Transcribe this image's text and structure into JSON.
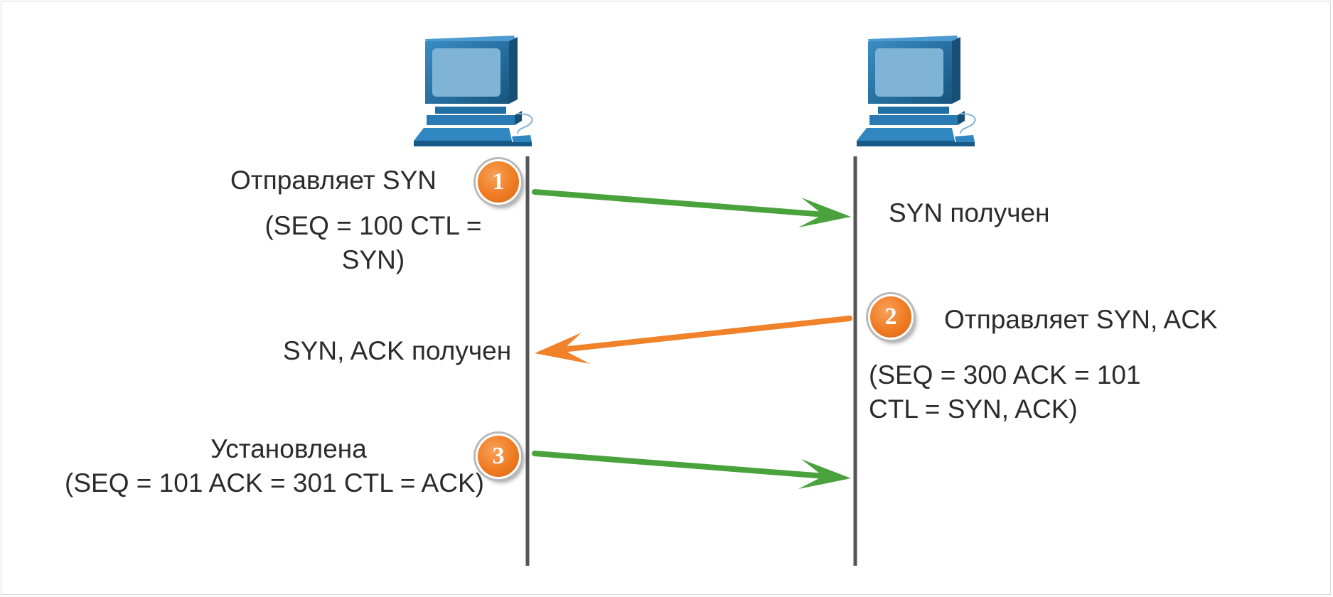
{
  "colors": {
    "timeline": "#555555",
    "arrow_green": "#4aa23c",
    "arrow_orange": "#f0822a",
    "computer_body": "#1f6fa5",
    "computer_screen": "#7fb4d6",
    "badge": "#ef7b22"
  },
  "icons": {
    "left_host": "computer-icon",
    "right_host": "computer-icon"
  },
  "steps": [
    {
      "number": "1",
      "sender_text": "Отправляет SYN",
      "detail_line1": "(SEQ = 100 CTL =",
      "detail_line2": "SYN)",
      "receiver_text": "SYN получен"
    },
    {
      "number": "2",
      "sender_text": "Отправляет SYN, ACK",
      "detail_line1": "(SEQ = 300 ACK = 101",
      "detail_line2": "CTL = SYN, ACK)",
      "receiver_text": "SYN, ACK получен"
    },
    {
      "number": "3",
      "sender_text": "Установлена",
      "detail_line1": "(SEQ = 101 ACK = 301 CTL = ACK)"
    }
  ]
}
